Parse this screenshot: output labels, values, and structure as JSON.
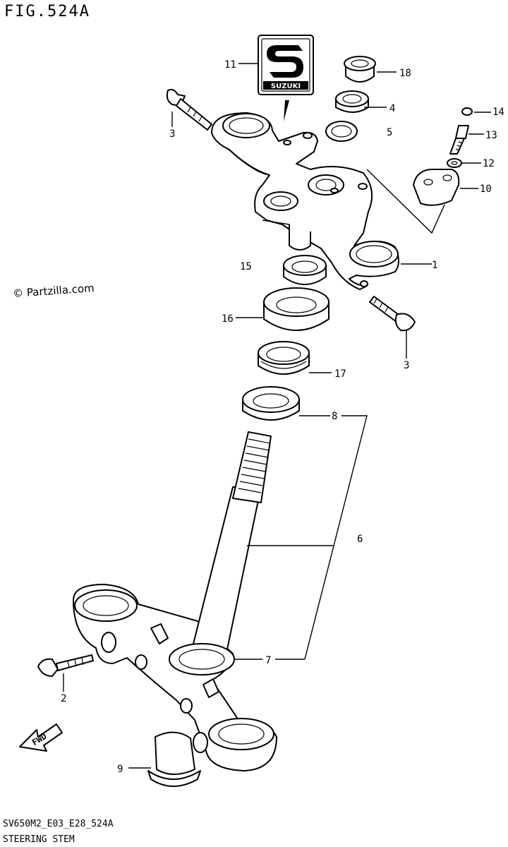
{
  "figure": {
    "title": "FIG.524A"
  },
  "footer": {
    "code": "SV650M2_E03_E28_524A",
    "name": "STEERING STEM"
  },
  "watermark": "© Partzilla.com",
  "logo": {
    "text": "SUZUKI"
  },
  "fwd_label": "FWD",
  "callouts": [
    {
      "id": "c1",
      "number": "1"
    },
    {
      "id": "c2",
      "number": "2"
    },
    {
      "id": "c3a",
      "number": "3"
    },
    {
      "id": "c3b",
      "number": "3"
    },
    {
      "id": "c4",
      "number": "4"
    },
    {
      "id": "c5",
      "number": "5"
    },
    {
      "id": "c6",
      "number": "6"
    },
    {
      "id": "c7",
      "number": "7"
    },
    {
      "id": "c8",
      "number": "8"
    },
    {
      "id": "c9",
      "number": "9"
    },
    {
      "id": "c10",
      "number": "10"
    },
    {
      "id": "c11",
      "number": "11"
    },
    {
      "id": "c12",
      "number": "12"
    },
    {
      "id": "c13",
      "number": "13"
    },
    {
      "id": "c14",
      "number": "14"
    },
    {
      "id": "c15",
      "number": "15"
    },
    {
      "id": "c16",
      "number": "16"
    },
    {
      "id": "c17",
      "number": "17"
    },
    {
      "id": "c18",
      "number": "18"
    }
  ]
}
